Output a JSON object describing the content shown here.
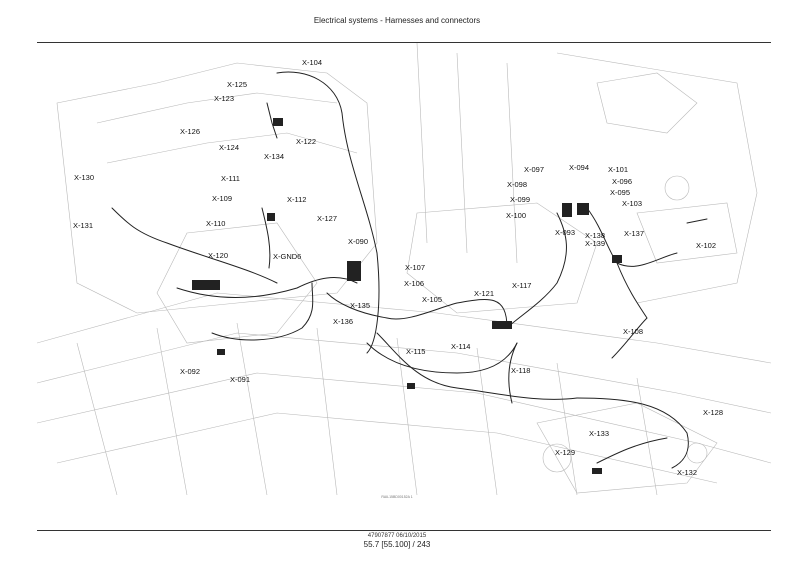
{
  "header": {
    "title": "Electrical systems - Harnesses and connectors"
  },
  "figure": {
    "ref": "RAIL15BD00152A    1"
  },
  "footer": {
    "doc": "47907877 06/10/2015",
    "page": "55.7 [55.100] / 243"
  },
  "labels": [
    "X-104",
    "X-125",
    "X-123",
    "X-126",
    "X-124",
    "X-134",
    "X-122",
    "X-130",
    "X-111",
    "X-109",
    "X-112",
    "X-110",
    "X-131",
    "X-127",
    "X-120",
    "X-GND6",
    "X-090",
    "X-107",
    "X-106",
    "X-105",
    "X-135",
    "X-136",
    "X-092",
    "X-091",
    "X-115",
    "X-114",
    "X-121",
    "X-117",
    "X-118",
    "X-097",
    "X-094",
    "X-101",
    "X-098",
    "X-096",
    "X-095",
    "X-099",
    "X-103",
    "X-100",
    "X-093",
    "X-138",
    "X-139",
    "X-137",
    "X-102",
    "X-108",
    "X-128",
    "X-133",
    "X-129",
    "X-132"
  ]
}
